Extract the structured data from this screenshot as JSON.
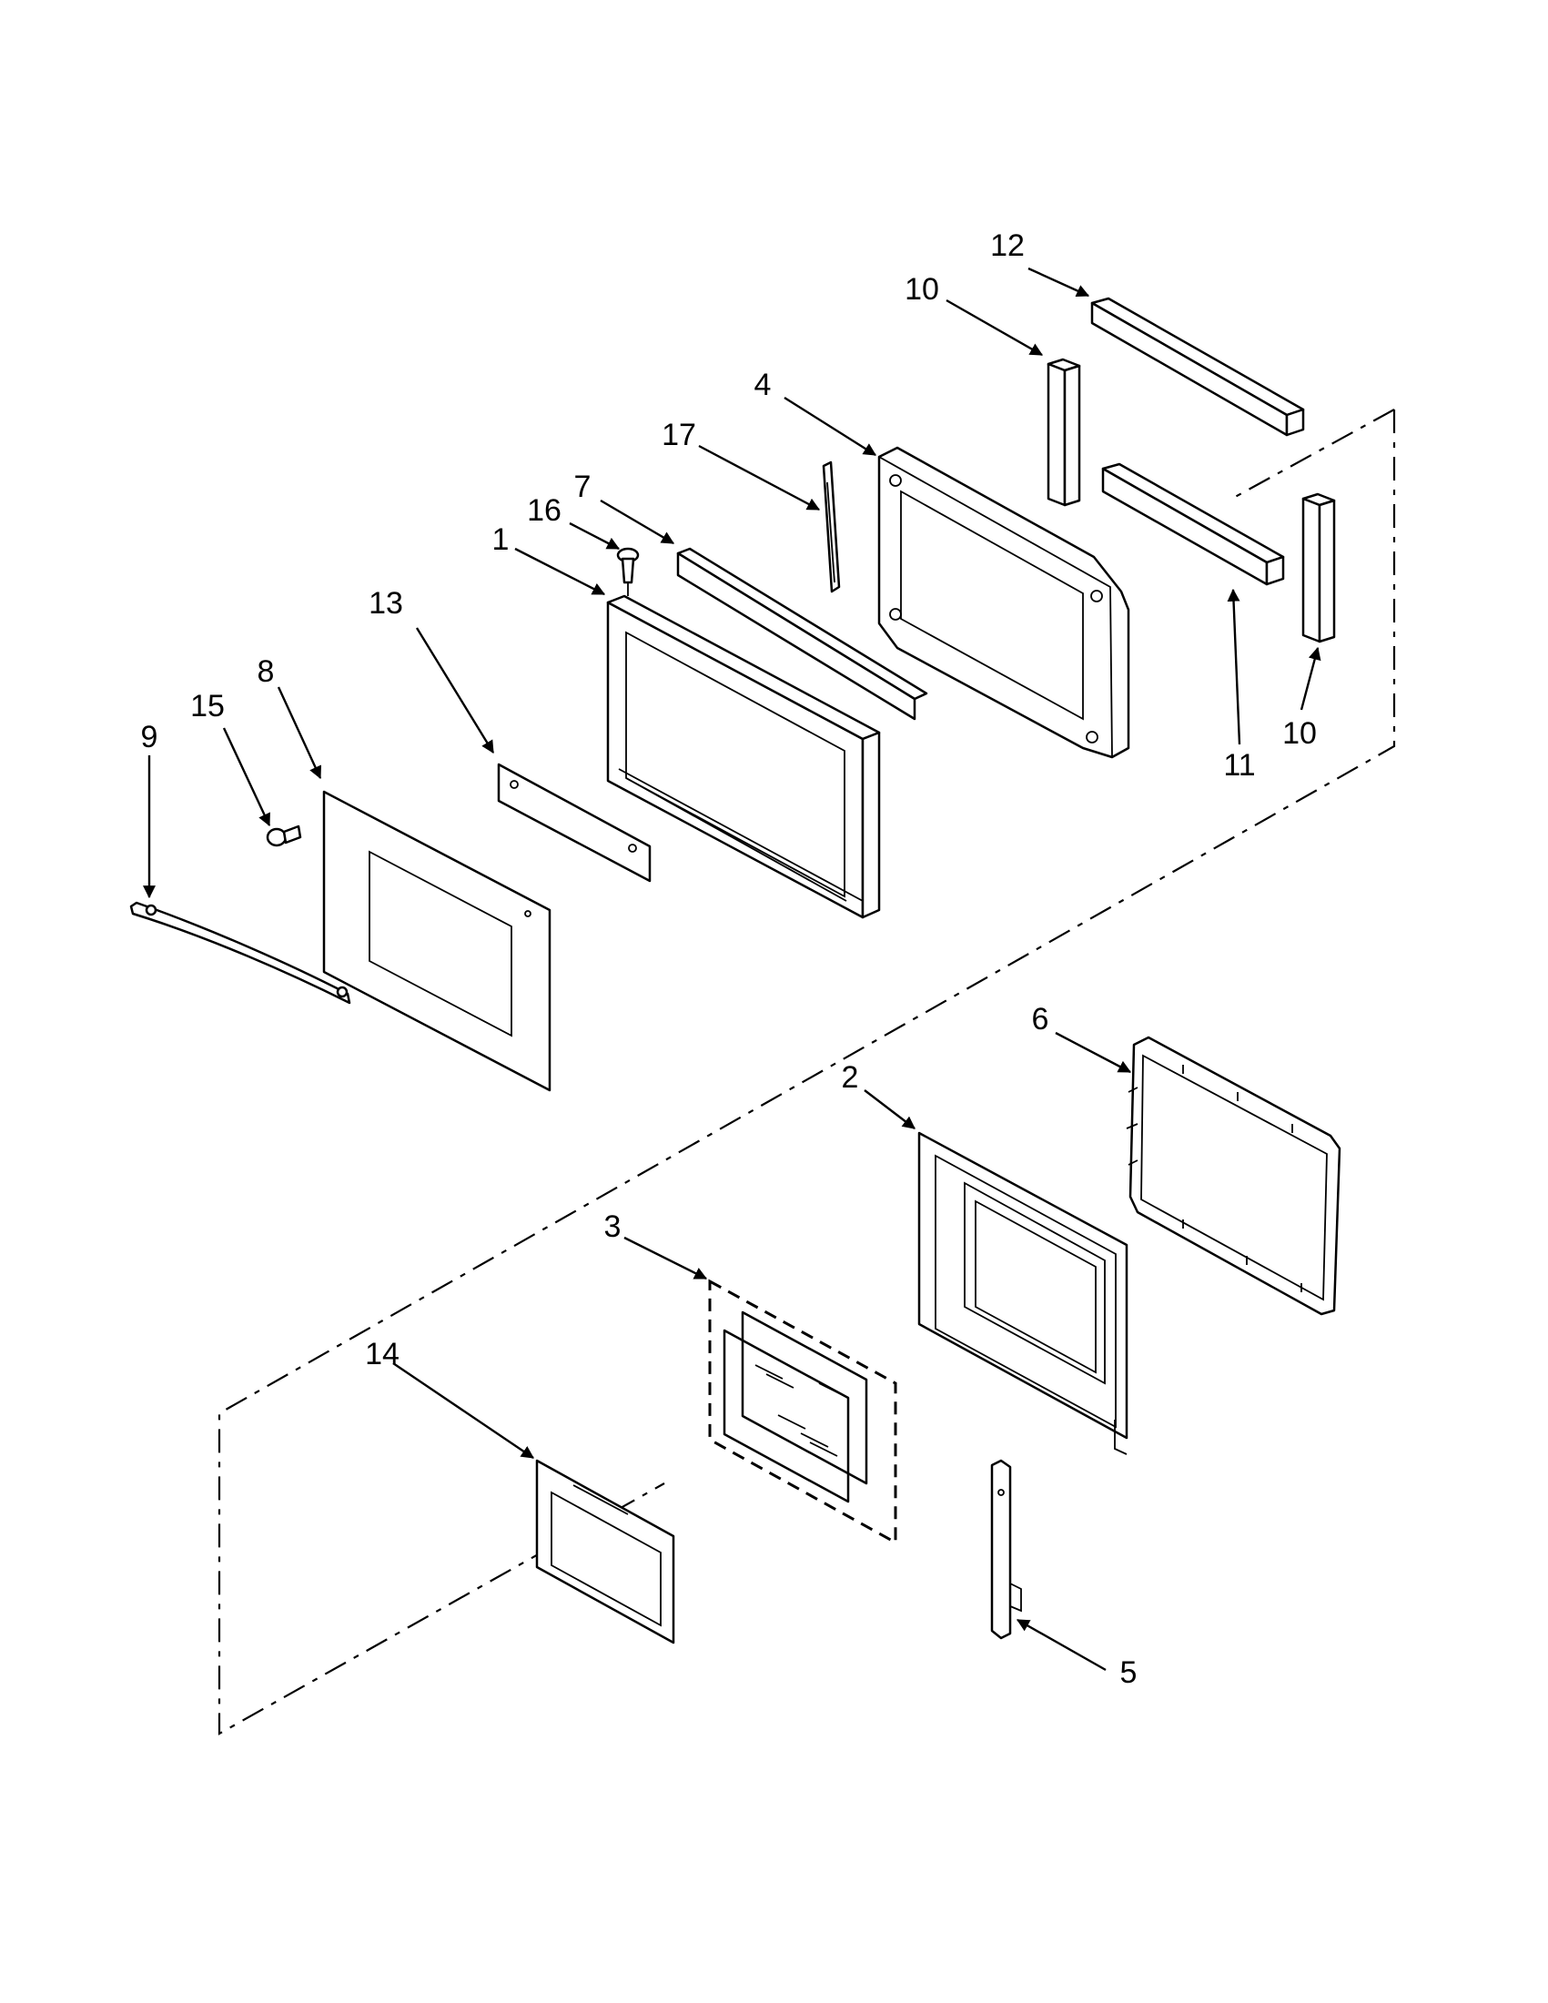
{
  "callouts": [
    {
      "id": "p1",
      "label": "1"
    },
    {
      "id": "p2",
      "label": "2"
    },
    {
      "id": "p3",
      "label": "3"
    },
    {
      "id": "p4",
      "label": "4"
    },
    {
      "id": "p5",
      "label": "5"
    },
    {
      "id": "p6",
      "label": "6"
    },
    {
      "id": "p7",
      "label": "7"
    },
    {
      "id": "p8",
      "label": "8"
    },
    {
      "id": "p9",
      "label": "9"
    },
    {
      "id": "p10a",
      "label": "10"
    },
    {
      "id": "p10b",
      "label": "10"
    },
    {
      "id": "p11",
      "label": "11"
    },
    {
      "id": "p12",
      "label": "12"
    },
    {
      "id": "p13",
      "label": "13"
    },
    {
      "id": "p14",
      "label": "14"
    },
    {
      "id": "p15",
      "label": "15"
    },
    {
      "id": "p16",
      "label": "16"
    },
    {
      "id": "p17",
      "label": "17"
    }
  ]
}
